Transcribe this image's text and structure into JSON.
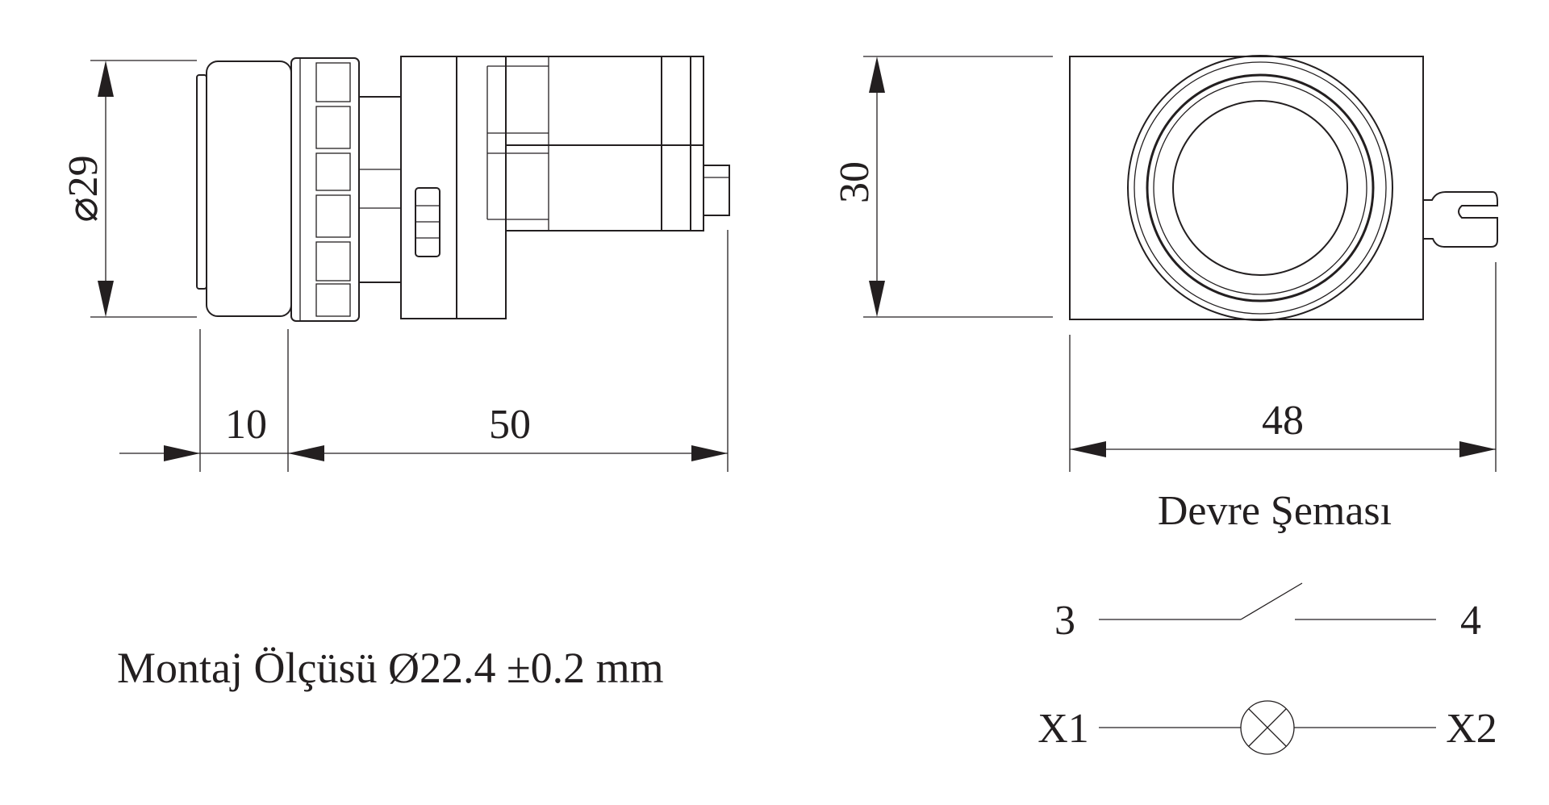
{
  "dimensions": {
    "diameter": "29",
    "length_front": "10",
    "length_body": "50",
    "height": "30",
    "width": "48"
  },
  "mounting_label": "Montaj Ölçüsü Ø22.4 ±0.2 mm",
  "circuit": {
    "title": "Devre Şeması",
    "terminal_3": "3",
    "terminal_4": "4",
    "terminal_x1": "X1",
    "terminal_x2": "X2"
  },
  "colors": {
    "line": "#231f20",
    "background": "#ffffff"
  }
}
